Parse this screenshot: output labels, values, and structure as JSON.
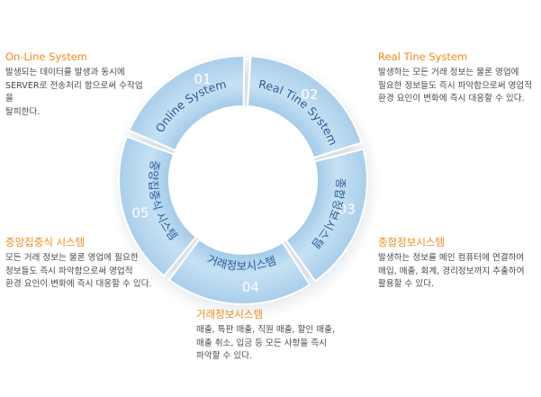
{
  "colors": {
    "accent_title": "#f08a1c",
    "segment_fill": "#b9d8ee",
    "segment_label": "#2a5a9a",
    "segment_number": "#ffffff",
    "description_text": "#4a4a4a"
  },
  "segments": [
    {
      "number": "01",
      "label": "Online System"
    },
    {
      "number": "02",
      "label": "Real Tine System"
    },
    {
      "number": "03",
      "label": "종합정보시스템"
    },
    {
      "number": "04",
      "label": "거래정보시스템"
    },
    {
      "number": "05",
      "label": "중앙집중식 시스템"
    }
  ],
  "callouts": [
    {
      "title": "On-Line System",
      "description": "발생되는 데이터를  발생과 동시에\nSERVER로 전송처리 함으로써 수작업을\n탈피한다."
    },
    {
      "title": "Real Tine System",
      "description": "발생하는 모든 거래 정보는 물론 영업에\n필요한 정보들도 즉시 파악함으로써 영업적\n환경 요인이 변화에 즉시 대응할 수 있다."
    },
    {
      "title": "종합정보시스템",
      "description": "발생하는 정보를 메인 컴퓨터에 연결하여\n매입, 매출, 회계, 경리정보까지 추출하여\n활용할 수 있다."
    },
    {
      "title": "거래정보시스템",
      "description": "매출, 특판 매출, 직원 매출, 할인 매출,\n매출 취소, 입금 등 모든 사항을 즉시\n파악할 수 있다."
    },
    {
      "title": "중앙집중식 시스템",
      "description": "모든 거래 정보는 물론 영업에 필요한\n정보들도 즉시 파악함으로써 영업적\n환경 요인이 변화에 즉시 대응할 수 있다."
    }
  ]
}
